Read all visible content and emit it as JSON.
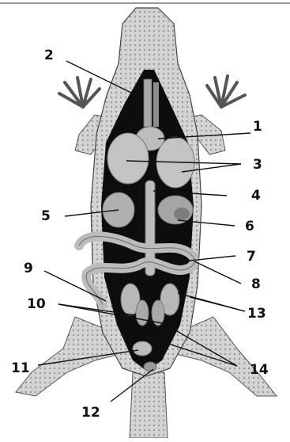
{
  "colors": {
    "skin": "#d4d4d4",
    "skin_texture": "#9a9a9a",
    "cavity": "#0d0d0d",
    "organ": "#b8b8b8",
    "organ_dark": "#7c7c7c",
    "line": "#111111"
  },
  "labels": [
    "1",
    "2",
    "3",
    "4",
    "5",
    "6",
    "7",
    "8",
    "9",
    "10",
    "11",
    "12",
    "13",
    "14"
  ]
}
